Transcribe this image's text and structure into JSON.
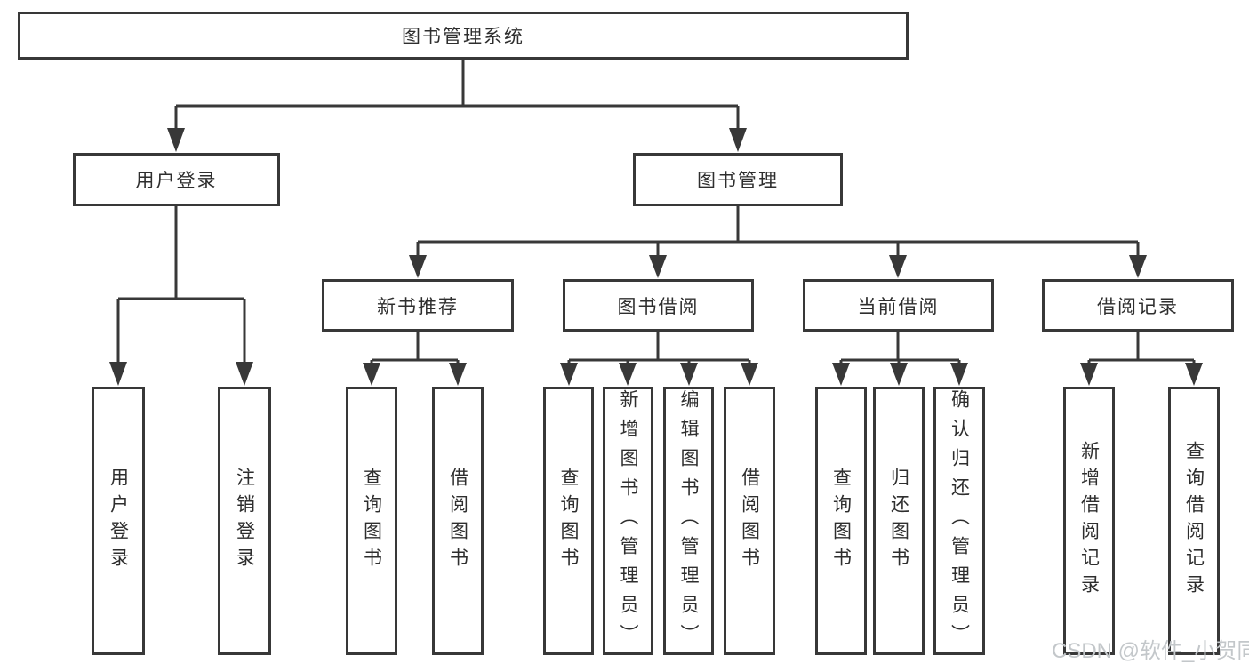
{
  "colors": {
    "line": "#383838",
    "text": "#2e2e2e",
    "background": "#ffffff",
    "watermark": "#c3c7ca"
  },
  "watermark": {
    "text": "CSDN @软件_小贺同学"
  },
  "tree": {
    "root": "图书管理系统",
    "children": [
      {
        "label": "用户登录",
        "children": [
          "用户登录",
          "注销登录"
        ]
      },
      {
        "label": "图书管理",
        "children": [
          {
            "label": "新书推荐",
            "children": [
              "查询图书",
              "借阅图书"
            ]
          },
          {
            "label": "图书借阅",
            "children": [
              "查询图书",
              "新增图书（管理员）",
              "编辑图书（管理员）",
              "借阅图书"
            ]
          },
          {
            "label": "当前借阅",
            "children": [
              "查询图书",
              "归还图书",
              "确认归还（管理员）"
            ]
          },
          {
            "label": "借阅记录",
            "children": [
              "新增借阅记录",
              "查询借阅记录"
            ]
          }
        ]
      }
    ]
  }
}
